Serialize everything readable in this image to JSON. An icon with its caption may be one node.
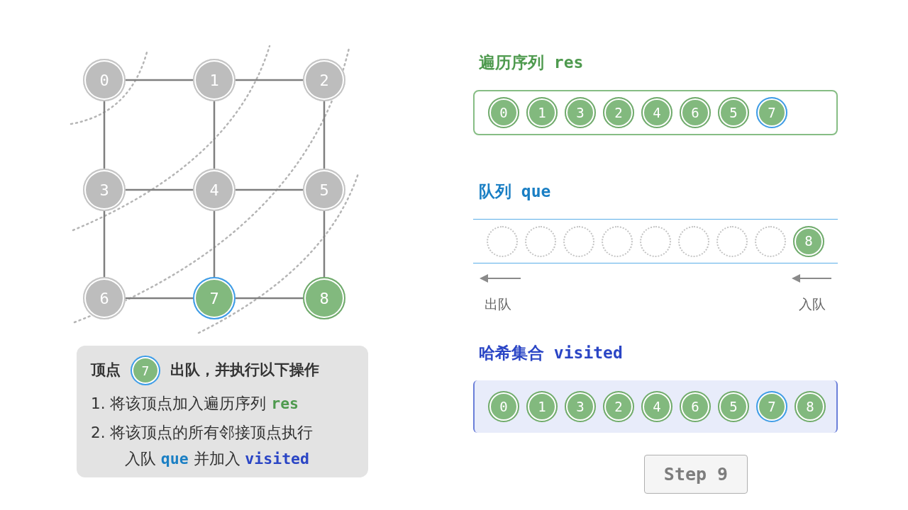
{
  "diagram": {
    "nodes": [
      {
        "text": [
          "0"
        ]
      },
      {
        "text": [
          "1"
        ]
      },
      {
        "text": [
          "2"
        ]
      },
      {
        "text": [
          "3"
        ]
      },
      {
        "text": [
          "4"
        ]
      },
      {
        "text": [
          "5"
        ]
      },
      {
        "text": [
          "6"
        ]
      },
      {
        "text": [
          "7"
        ]
      },
      {
        "text": [
          "8"
        ]
      },
      {
        "text": [
          "遍历序列 res"
        ]
      },
      {
        "text": [
          "0"
        ],
        "in": 9
      },
      {
        "text": [
          "1"
        ],
        "in": 9
      },
      {
        "text": [
          "3"
        ],
        "in": 9
      },
      {
        "text": [
          "2"
        ],
        "in": 9
      },
      {
        "text": [
          "4"
        ],
        "in": 9
      },
      {
        "text": [
          "6"
        ],
        "in": 9
      },
      {
        "text": [
          "5"
        ],
        "in": 9
      },
      {
        "text": [
          "7"
        ],
        "in": 9
      },
      {
        "text": [
          "队列 que"
        ]
      },
      {
        "text": [],
        "shape": "circle",
        "in": 18
      },
      {
        "text": [],
        "shape": "circle",
        "in": 18
      },
      {
        "text": [],
        "shape": "circle",
        "in": 18
      },
      {
        "text": [],
        "shape": "circle",
        "in": 18
      },
      {
        "text": [],
        "shape": "circle",
        "in": 18
      },
      {
        "text": [],
        "shape": "circle",
        "in": 18
      },
      {
        "text": [],
        "shape": "circle",
        "in": 18
      },
      {
        "text": [],
        "shape": "circle",
        "in": 18
      },
      {
        "text": [
          "8"
        ],
        "in": 18
      },
      {
        "text": [
          "哈希集合 visited"
        ]
      },
      {
        "text": [
          "0"
        ],
        "in": 28
      },
      {
        "text": [
          "1"
        ],
        "in": 28
      },
      {
        "text": [
          "3"
        ],
        "in": 28
      },
      {
        "text": [
          "2"
        ],
        "in": 28
      },
      {
        "text": [
          "4"
        ],
        "in": 28
      },
      {
        "text": [
          "6"
        ],
        "in": 28
      },
      {
        "text": [
          "5"
        ],
        "in": 28
      },
      {
        "text": [
          "7"
        ],
        "in": 28
      },
      {
        "text": [
          "8"
        ],
        "in": 28
      },
      {
        "text": [
          "顶点",
          "出队，并执行以下操作",
          "1. 将该顶点加入遍历序列 **res**",
          "2. 将该顶点的所有邻接顶点执行入队 **que** 并加入 **visited**"
        ]
      },
      {
        "text": [
          "7"
        ],
        "in": 38
      },
      {
        "text": [
          "Step 9"
        ]
      }
    ],
    "edges": [
      {
        "from": 0,
        "to": 1,
        "arrow": "none"
      },
      {
        "from": 1,
        "to": 2,
        "arrow": "none"
      },
      {
        "from": 0,
        "to": 3,
        "arrow": "none"
      },
      {
        "from": 1,
        "to": 4,
        "arrow": "none"
      },
      {
        "from": 2,
        "to": 5,
        "arrow": "none"
      },
      {
        "from": 3,
        "to": 4,
        "arrow": "none"
      },
      {
        "from": 4,
        "to": 5,
        "arrow": "none"
      },
      {
        "from": 3,
        "to": 6,
        "arrow": "none"
      },
      {
        "from": 4,
        "to": 7,
        "arrow": "none"
      },
      {
        "from": 5,
        "to": 8,
        "arrow": "none"
      },
      {
        "from": 6,
        "to": 7,
        "arrow": "none"
      },
      {
        "from": 7,
        "to": 8,
        "arrow": "none"
      }
    ],
    "labels": [
      "出队",
      "入队"
    ]
  }
}
